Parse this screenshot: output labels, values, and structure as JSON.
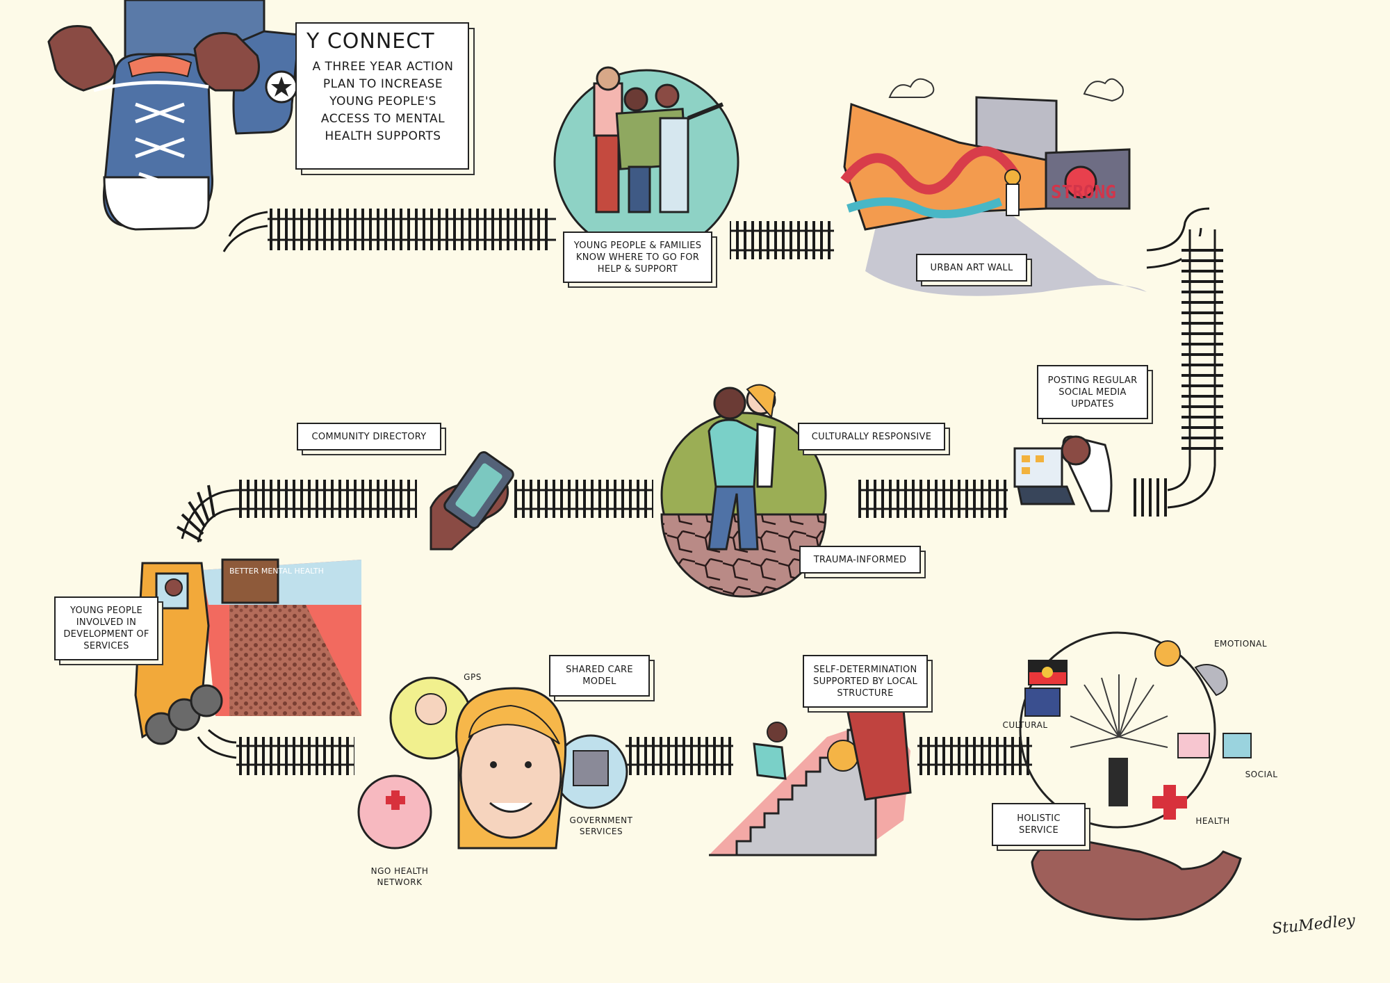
{
  "title": {
    "main": "Y CONNECT",
    "subtitle": "A THREE YEAR ACTION PLAN TO INCREASE YOUNG PEOPLE'S ACCESS TO MENTAL HEALTH SUPPORTS"
  },
  "steps": {
    "families": "YOUNG PEOPLE & FAMILIES KNOW WHERE TO GO FOR HELP & SUPPORT",
    "art_wall": "URBAN ART WALL",
    "social_media": "POSTING REGULAR SOCIAL MEDIA UPDATES",
    "community_directory": "COMMUNITY DIRECTORY",
    "culturally_responsive": "CULTURALLY RESPONSIVE",
    "trauma_informed": "TRAUMA-INFORMED",
    "young_people_involved": "YOUNG PEOPLE INVOLVED IN DEVELOPMENT OF SERVICES",
    "shared_care": "SHARED CARE MODEL",
    "self_determination": "SELF-DETERMINATION SUPPORTED BY LOCAL STRUCTURE",
    "holistic_service": "HOLISTIC SERVICE"
  },
  "shared_care_parts": {
    "gps": "GPs",
    "government": "GOVERNMENT SERVICES",
    "ngo": "NGO HEALTH NETWORK"
  },
  "holistic_parts": {
    "emotional": "EMOTIONAL",
    "cultural": "CULTURAL",
    "social": "SOCIAL",
    "health": "HEALTH"
  },
  "illustration_text": {
    "sign": "BETTER MENTAL HEALTH",
    "graffiti": "STRONG"
  },
  "signature": "StuMedley"
}
